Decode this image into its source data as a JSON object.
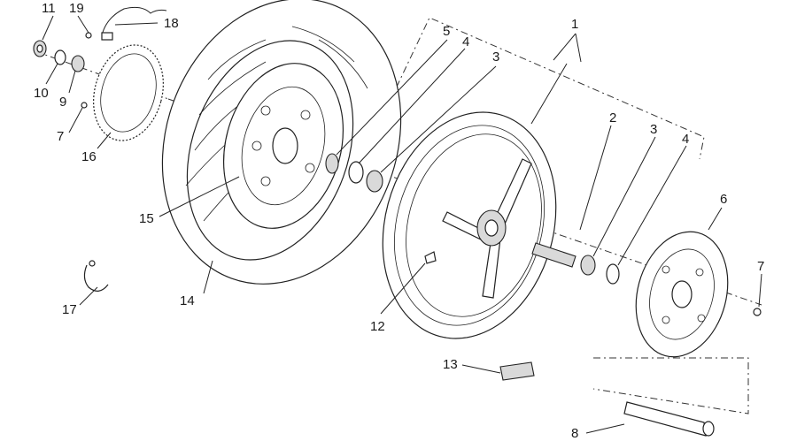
{
  "callouts": {
    "n1": "1",
    "n2": "2",
    "n3a": "3",
    "n3b": "3",
    "n4a": "4",
    "n4b": "4",
    "n5": "5",
    "n6": "6",
    "n7a": "7",
    "n7b": "7",
    "n8": "8",
    "n9": "9",
    "n10": "10",
    "n11": "11",
    "n12": "12",
    "n13": "13",
    "n14": "14",
    "n15": "15",
    "n16": "16",
    "n17": "17",
    "n18": "18",
    "n19": "19"
  },
  "colors": {
    "line": "#222222",
    "shade": "#d9d9d9",
    "background": "#ffffff"
  }
}
